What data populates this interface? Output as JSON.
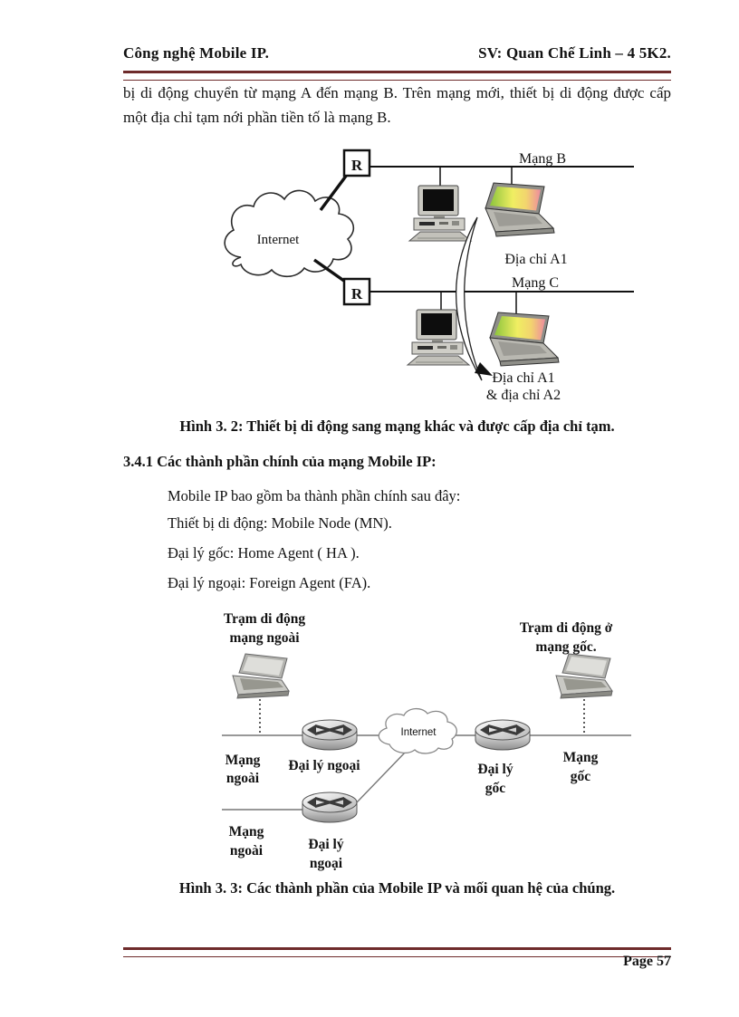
{
  "header": {
    "left": "Công nghệ Mobile IP.",
    "right": "SV: Quan Chế Linh – 4 5K2."
  },
  "paragraph": "bị di động chuyển từ mạng A đến mạng B. Trên mạng mới, thiết bị di động được cấp một địa chỉ tạm nới phần tiền tố là mạng B.",
  "figure32": {
    "caption": "Hình 3. 2: Thiết bị di động sang mạng khác và được cấp địa chỉ tạm.",
    "labels": {
      "router_top": "R",
      "router_bottom": "R",
      "internet": "Internet",
      "mang_b": "Mạng B",
      "mang_c": "Mạng C",
      "dia_chi_a1": "Địa chỉ A1",
      "dia_chi_a1_l1": "Địa chỉ A1",
      "dia_chi_a2_l2": "& địa chỉ A2"
    }
  },
  "section": {
    "heading": "3.4.1 Các thành phần chính của mạng Mobile IP:",
    "lines": [
      "Mobile IP bao gồm ba thành phần chính sau đây:",
      "Thiết bị di động: Mobile Node (MN).",
      "Đại lý gốc: Home Agent ( HA ).",
      "Đại lý ngoại: Foreign Agent (FA)."
    ]
  },
  "figure33": {
    "caption": "Hình 3. 3: Các thành phần của Mobile IP và mối quan hệ của chúng.",
    "labels": {
      "internet": "Internet",
      "tram_ngoai_l1": "Trạm di động",
      "tram_ngoai_l2": "mạng ngoài",
      "tram_goc_l1": "Trạm di động ở",
      "tram_goc_l2": "mạng gốc.",
      "mang_ngoai1_l1": "Mạng",
      "mang_ngoai1_l2": "ngoài",
      "dai_ly_ngoai1": "Đại lý ngoại",
      "dai_ly_goc_l1": "Đại lý",
      "dai_ly_goc_l2": "gốc",
      "mang_goc_l1": "Mạng",
      "mang_goc_l2": "gốc",
      "mang_ngoai2_l1": "Mạng",
      "mang_ngoai2_l2": "ngoài",
      "dai_ly_ngoai2_l1": "Đại lý",
      "dai_ly_ngoai2_l2": "ngoại"
    }
  },
  "footer": {
    "page": "Page 57"
  },
  "colors": {
    "accent_line": "#6e2b2b",
    "text": "#121212",
    "screen_gradient_left": "#8cc43d",
    "screen_gradient_mid": "#f0ee62",
    "screen_gradient_right": "#ee8c9e"
  }
}
